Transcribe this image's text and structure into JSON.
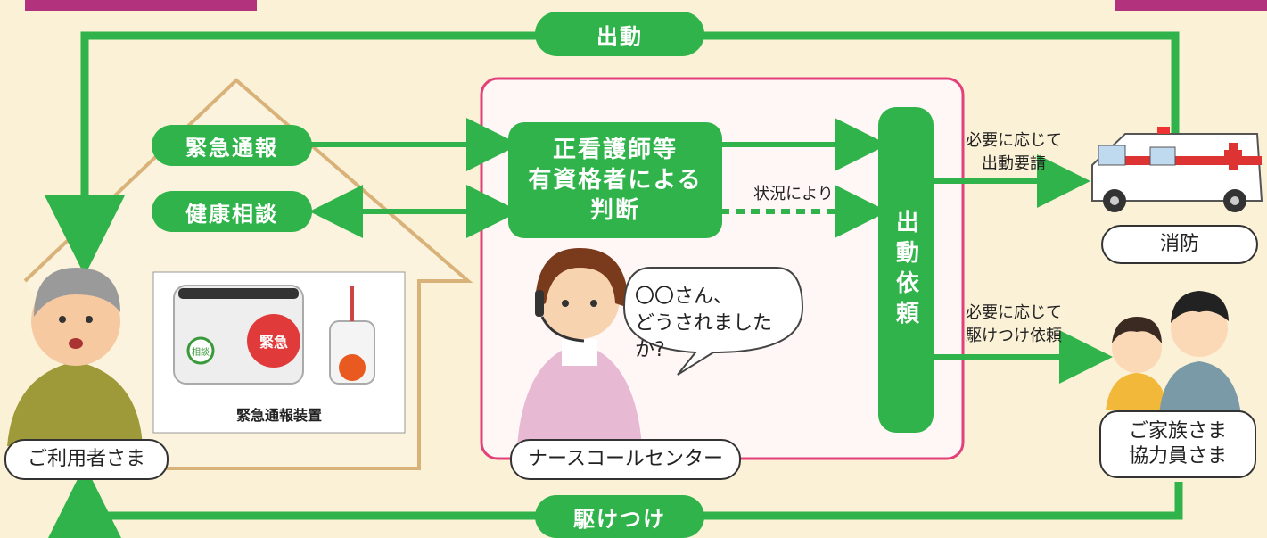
{
  "flows": {
    "dispatch": "出動",
    "rush": "駆けつけ",
    "emergency_call": "緊急通報",
    "health_consult": "健康相談"
  },
  "judgment": {
    "line1": "正看護師等",
    "line2": "有資格者による",
    "line3": "判断"
  },
  "situation": "状況により",
  "dispatch_request": "出動依頼",
  "notes": {
    "fire_line1": "必要に応じて",
    "fire_line2": "出動要請",
    "family_line1": "必要に応じて",
    "family_line2": "駆けつけ依頼"
  },
  "labels": {
    "user": "ご利用者さま",
    "nurse_center": "ナースコールセンター",
    "fire": "消防",
    "family_line1": "ご家族さま",
    "family_line2": "協力員さま"
  },
  "device": {
    "caption": "緊急通報装置",
    "emergency_button": "緊急",
    "consult_button": "相談"
  },
  "speech": {
    "line1": "〇〇さん、",
    "line2": "どうされましたか?"
  },
  "colors": {
    "green": "#2fb34a",
    "pink": "#e2407b",
    "cream": "#fbf1d6",
    "house": "#d9b27a"
  }
}
